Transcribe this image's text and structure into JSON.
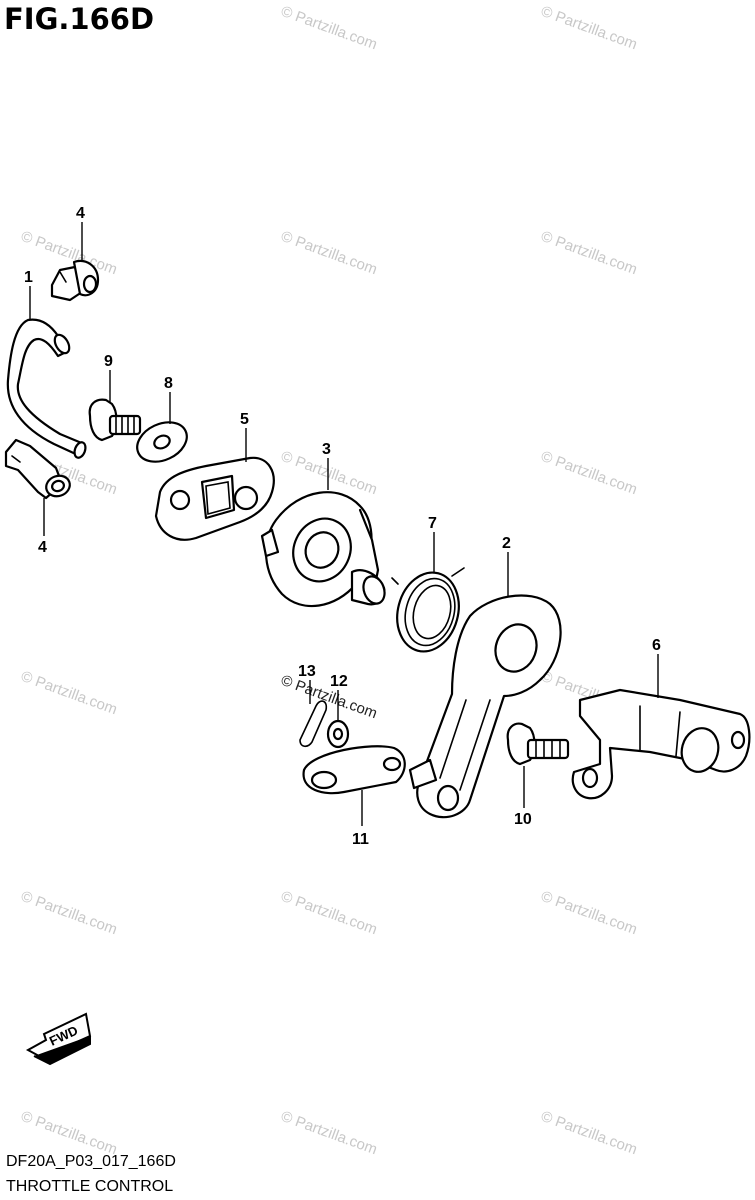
{
  "figure": {
    "title": "FIG.166D",
    "code": "DF20A_P03_017_166D",
    "name": "THROTTLE CONTROL"
  },
  "watermark": {
    "text": "© Partzilla.com"
  },
  "fwd": {
    "label": "FWD"
  },
  "callouts": {
    "c4a": "4",
    "c1": "1",
    "c9": "9",
    "c8": "8",
    "c5": "5",
    "c4b": "4",
    "c3": "3",
    "c7": "7",
    "c2": "2",
    "c6": "6",
    "c13": "13",
    "c12": "12",
    "c11": "11",
    "c10": "10"
  },
  "colors": {
    "line": "#000000",
    "watermark": "#c8c8c8",
    "background": "#ffffff"
  }
}
